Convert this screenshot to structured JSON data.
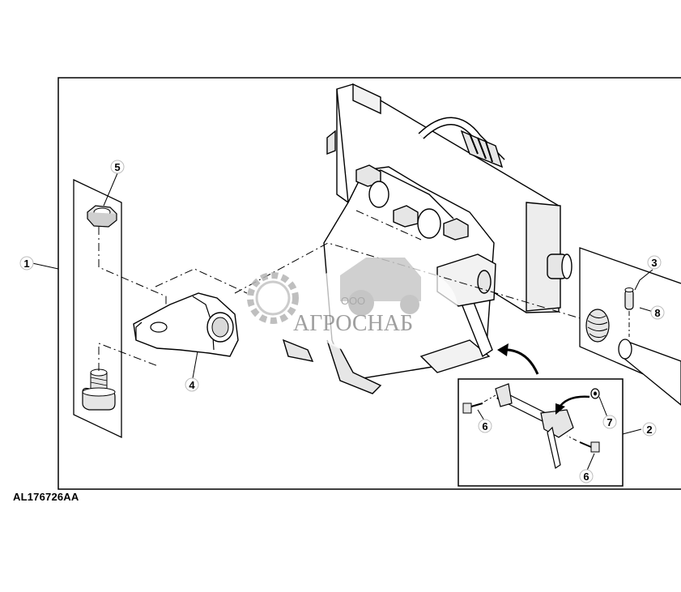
{
  "figure_code": "AL176726AA",
  "callouts": {
    "c1": "1",
    "c2": "2",
    "c3": "3",
    "c4": "4",
    "c5": "5",
    "c6a": "6",
    "c6b": "6",
    "c7": "7",
    "c8": "8"
  },
  "watermark": {
    "small": "ООО",
    "brand": "АГРОСНАБ",
    "color": "#9a9a9a"
  },
  "colors": {
    "line": "#000000",
    "fill": "#ffffff",
    "shade": "#d9d9d9"
  }
}
